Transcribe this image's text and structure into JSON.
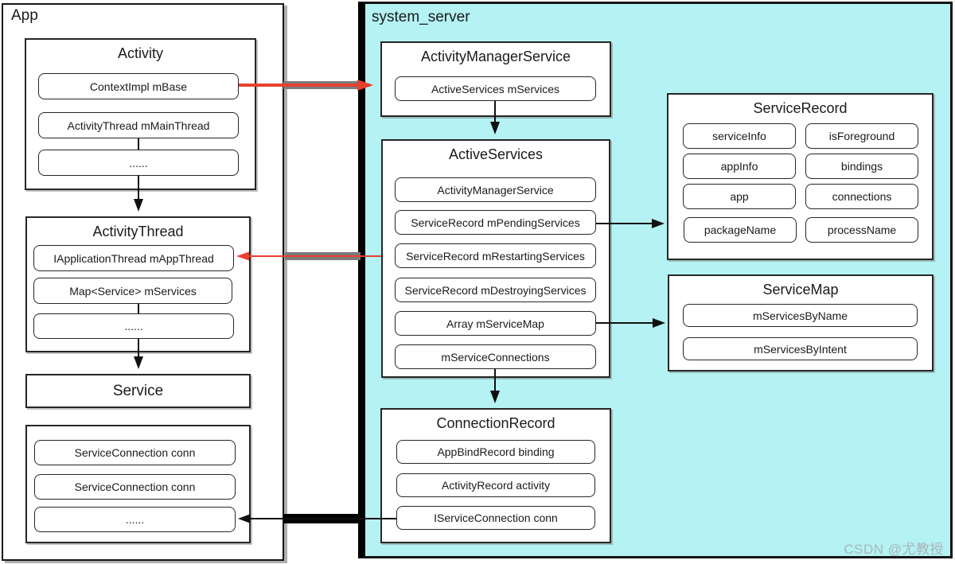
{
  "app": {
    "title": "App",
    "activity": {
      "title": "Activity",
      "fields": [
        "ContextImpl mBase",
        "ActivityThread mMainThread",
        "......"
      ]
    },
    "activity_thread": {
      "title": "ActivityThread",
      "fields": [
        "IApplicationThread mAppThread",
        "Map<Service> mServices",
        "......"
      ]
    },
    "service": {
      "title": "Service"
    },
    "connections": {
      "fields": [
        "ServiceConnection conn",
        "ServiceConnection conn",
        "......"
      ]
    }
  },
  "system_server": {
    "title": "system_server",
    "activity_manager_service": {
      "title": "ActivityManagerService",
      "fields": [
        "ActiveServices mServices"
      ]
    },
    "active_services": {
      "title": "ActiveServices",
      "fields": [
        "ActivityManagerService",
        "ServiceRecord mPendingServices",
        "ServiceRecord mRestartingServices",
        "ServiceRecord mDestroyingServices",
        "Array mServiceMap",
        "mServiceConnections"
      ]
    },
    "connection_record": {
      "title": "ConnectionRecord",
      "fields": [
        "AppBindRecord binding",
        "ActivityRecord activity",
        "IServiceConnection conn"
      ]
    },
    "service_record": {
      "title": "ServiceRecord",
      "left_fields": [
        "serviceInfo",
        "appInfo",
        "app",
        "packageName"
      ],
      "right_fields": [
        "isForeground",
        "bindings",
        "connections",
        "processName"
      ]
    },
    "service_map": {
      "title": "ServiceMap",
      "fields": [
        "mServicesByName",
        "mServicesByIntent"
      ]
    }
  },
  "watermark": "CSDN @尤教授",
  "colors": {
    "server_background": "#b4f2f3",
    "binder_arrow_red": "#e8402e",
    "binder_bar_grey": "#7b7b7b",
    "line_black": "#111111"
  }
}
